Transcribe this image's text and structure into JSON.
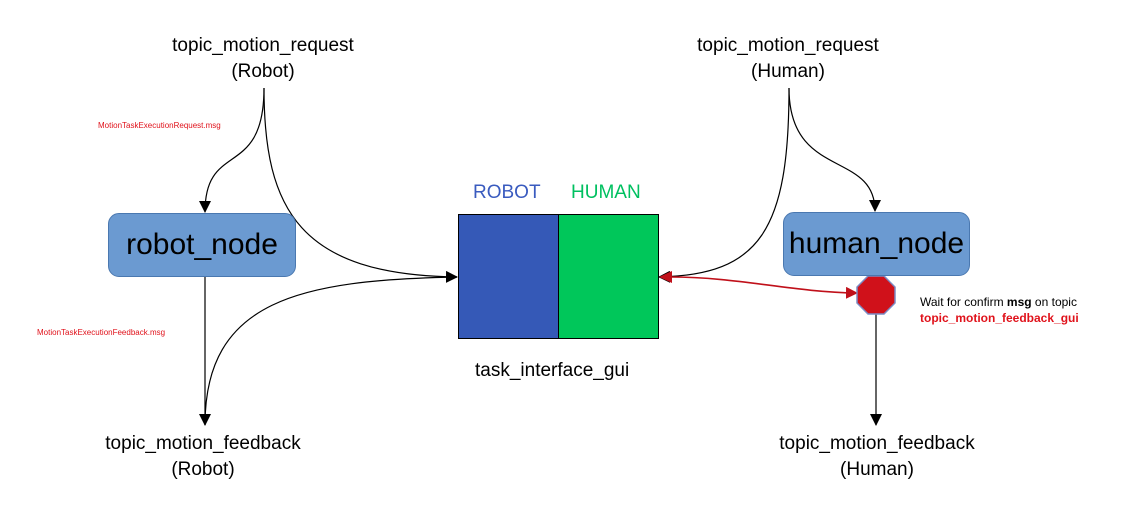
{
  "colors": {
    "node_fill": "#6b9ad1",
    "robot_panel": "#3559b7",
    "human_panel": "#00c75a",
    "robot_header": "#3a5bbf",
    "human_header": "#00c060",
    "accent_red": "#e0121b",
    "stop_sign": "#d0111a"
  },
  "robot_request": {
    "line1": "topic_motion_request",
    "line2": "(Robot)"
  },
  "human_request": {
    "line1": "topic_motion_request",
    "line2": "(Human)"
  },
  "robot_feedback": {
    "line1": "topic_motion_feedback",
    "line2": "(Robot)"
  },
  "human_feedback": {
    "line1": "topic_motion_feedback",
    "line2": "(Human)"
  },
  "robot_node": {
    "label": "robot_node"
  },
  "human_node": {
    "label": "human_node"
  },
  "msg_labels": {
    "request": "MotionTaskExecutionRequest.msg",
    "feedback": "MotionTaskExecutionFeedback.msg"
  },
  "gui": {
    "robot_header": "ROBOT",
    "human_header": "HUMAN",
    "label": "task_interface_gui"
  },
  "note": {
    "prefix": "Wait for confirm ",
    "bold": "msg",
    "suffix": " on topic",
    "topic": "topic_motion_feedback_gui"
  },
  "icons": {
    "stop": "stop-sign-icon"
  }
}
